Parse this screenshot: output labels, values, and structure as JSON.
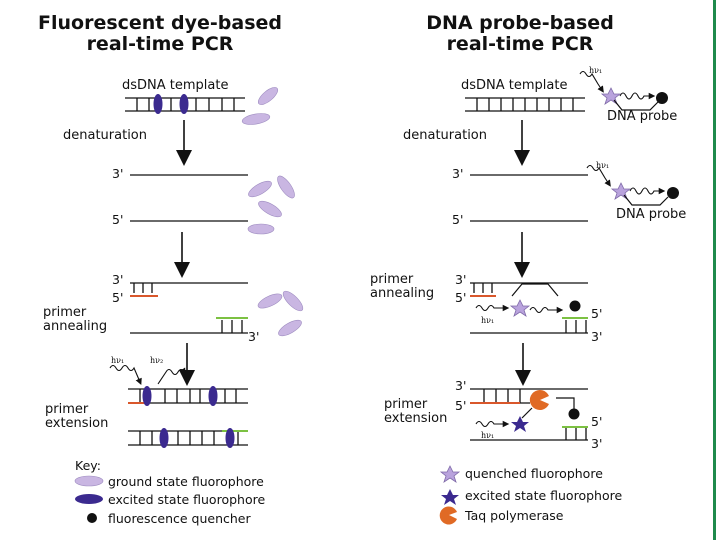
{
  "left": {
    "title_line1": "Fluorescent dye-based",
    "title_line2": "real-time PCR",
    "template_label": "dsDNA template",
    "denaturation_label": "denaturation",
    "primer_annealing_l1": "primer",
    "primer_annealing_l2": "annealing",
    "primer_extension_l1": "primer",
    "primer_extension_l2": "extension",
    "end_3": "3'",
    "end_5": "5'",
    "hv1": "hν₁",
    "hv2": "hν₂"
  },
  "right": {
    "title_line1": "DNA probe-based",
    "title_line2": "real-time PCR",
    "template_label": "dsDNA template",
    "denaturation_label": "denaturation",
    "probe_label": "DNA probe",
    "primer_annealing_l1": "primer",
    "primer_annealing_l2": "annealing",
    "primer_extension_l1": "primer",
    "primer_extension_l2": "extension",
    "end_3": "3'",
    "end_5": "5'",
    "hv1": "hν₁"
  },
  "key_left": {
    "title": "Key:",
    "items": [
      "ground state fluorophore",
      "excited state fluorophore",
      "fluorescence quencher"
    ]
  },
  "key_right": {
    "items": [
      "quenched fluorophore",
      "excited state fluorophore",
      "Taq polymerase"
    ]
  },
  "colors": {
    "ground_fluorophore": "#c9b6e2",
    "excited_fluorophore": "#3b2a8f",
    "primer_red": "#d9572b",
    "primer_green": "#7cc142",
    "taq_orange": "#e06a25",
    "quenched_star": "#b9a3dd",
    "excited_star": "#3b2a8f",
    "green_rule": "#1f8a4c"
  }
}
